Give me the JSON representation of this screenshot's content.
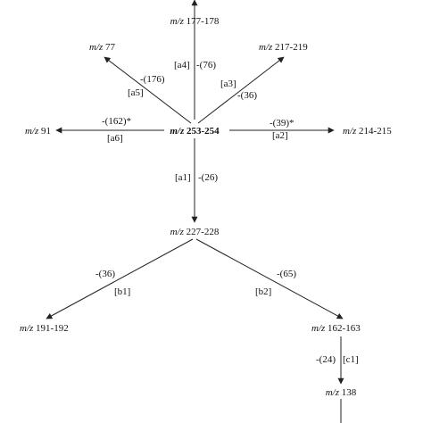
{
  "mz_prefix": "m/z",
  "nodes": {
    "top": "177-178",
    "a5": "77",
    "a3": "217-219",
    "a6": "91",
    "center": "253-254",
    "a2": "214-215",
    "mid": "227-228",
    "b1": "191-192",
    "b2": "162-163",
    "c1": "138"
  },
  "edges": {
    "a4": {
      "tag": "[a4]",
      "loss": "-(76)"
    },
    "a5": {
      "tag": "[a5]",
      "loss": "-(176)"
    },
    "a3": {
      "tag": "[a3]",
      "loss": "-(36)"
    },
    "a6": {
      "tag": "[a6]",
      "loss": "-(162)*"
    },
    "a2": {
      "tag": "[a2]",
      "loss": "-(39)*"
    },
    "a1": {
      "tag": "[a1]",
      "loss": "-(26)"
    },
    "b1": {
      "tag": "[b1]",
      "loss": "-(36)"
    },
    "b2": {
      "tag": "[b2]",
      "loss": "-(65)"
    },
    "c1": {
      "tag": "[c1]",
      "loss": "-(24)"
    }
  },
  "colors": {
    "ink": "#111111",
    "line": "#222222",
    "background": "#ffffff"
  }
}
